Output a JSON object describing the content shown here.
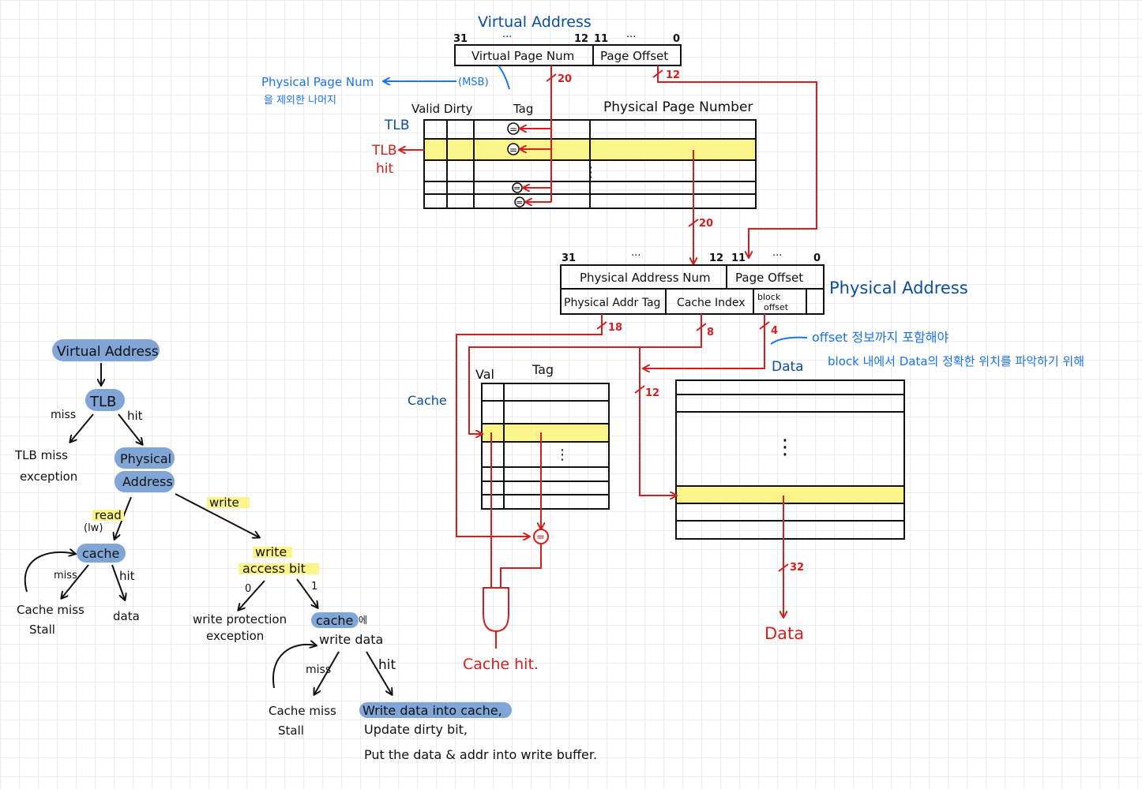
{
  "virtual_address": {
    "title": "Virtual Address",
    "bit_31": "31",
    "bit_dots_left": "···",
    "bit_12": "12",
    "bit_11": "11",
    "bit_dots_right": "···",
    "bit_0": "0",
    "field_vpn": "Virtual Page Num",
    "field_offset": "Page Offset",
    "width_vpn": "20",
    "width_offset": "12"
  },
  "tlb": {
    "label": "TLB",
    "col_valid_dirty": "Valid Dirty",
    "col_tag": "Tag",
    "col_ppn": "Physical Page Number",
    "compare_symbol": "=",
    "dots": "⋮",
    "hit_label_1": "TLB",
    "hit_label_2": "hit",
    "msb_label": "(MSB)",
    "note_line_1": "Physical Page Num",
    "note_line_2": "을 제외한 나머지",
    "ppn_width": "20"
  },
  "physical_address": {
    "title": "Physical Address",
    "bit_31": "31",
    "bit_dots_left": "···",
    "bit_12": "12",
    "bit_11": "11",
    "bit_dots_right": "···",
    "bit_0": "0",
    "field_pan": "Physical Address Num",
    "field_offset": "Page Offset",
    "field_tag": "Physical Addr Tag",
    "field_index": "Cache Index",
    "field_block_1": "block",
    "field_block_2": "offset",
    "width_tag": "18",
    "width_index": "8",
    "width_block": "4",
    "note_line_1": "offset 정보까지 포함해야",
    "note_line_2": "block 내에서 Data의 정확한 위치를 파악하기 위해"
  },
  "cache": {
    "label": "Cache",
    "col_valid": "Val",
    "col_tag": "Tag",
    "dots": "⋮",
    "compare_symbol": "=",
    "hit_label": "Cache hit."
  },
  "data_array": {
    "label": "Data",
    "select_width": "12",
    "dots": "⋮",
    "output_width": "32",
    "output_label": "Data"
  },
  "flow": {
    "root": "Virtual Address",
    "tlb": "TLB",
    "miss": "miss",
    "hit": "hit",
    "tlb_miss_1": "TLB miss",
    "tlb_miss_2": "exception",
    "pa_1": "Physical",
    "pa_2": "Address",
    "read": "read",
    "read_lw": "(lw)",
    "write": "write",
    "cache": "cache",
    "cache_miss": "miss",
    "cache_hit": "hit",
    "cache_miss_stall_1": "Cache miss",
    "cache_miss_stall_2": "Stall",
    "data": "data",
    "write_access_1": "write",
    "write_access_2": "access bit",
    "bit_zero": "0",
    "bit_one": "1",
    "write_protection_1": "write protection",
    "write_protection_2": "exception",
    "cache_write_1a": "cache",
    "cache_write_1b": "에",
    "cache_write_2": "write data",
    "w_miss": "miss",
    "w_hit": "hit",
    "w_stall_1": "Cache miss",
    "w_stall_2": "Stall",
    "w_action_1": "Write data into cache,",
    "w_action_2": "Update dirty bit,",
    "w_action_3": "Put the data & addr into write buffer."
  }
}
